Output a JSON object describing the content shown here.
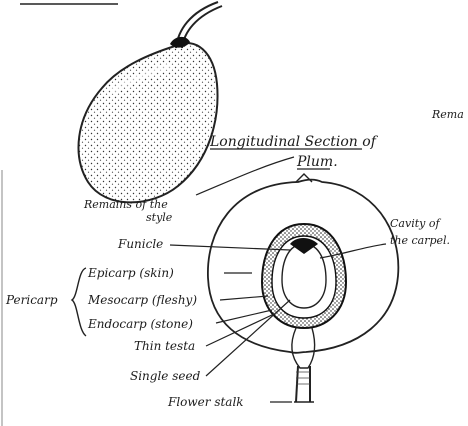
{
  "diagram": {
    "title_line1": "Longitudinal Section of",
    "title_line2": "Plum.",
    "edge_text": "Rema",
    "labels": {
      "remains_line1": "Remains of the",
      "remains_line2": "style",
      "funicle": "Funicle",
      "cavity_line1": "Cavity of",
      "cavity_line2": "the carpel.",
      "pericarp": "Pericarp",
      "epicarp": "Epicarp (skin)",
      "mesocarp": "Mesocarp (fleshy)",
      "endocarp": "Endocarp (stone)",
      "testa": "Thin testa",
      "seed": "Single seed",
      "stalk": "Flower stalk"
    }
  }
}
